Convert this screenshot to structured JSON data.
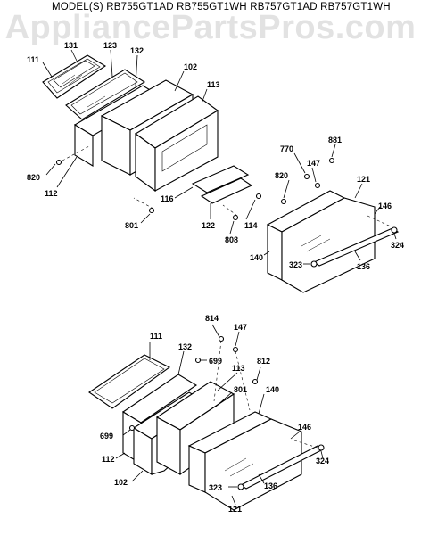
{
  "header": {
    "models": "MODEL(S) RB755GT1AD  RB755GT1WH  RB757GT1AD  RB757GT1WH"
  },
  "watermark": "AppliancePartsPros.com",
  "top_diagram": {
    "labels": [
      "131",
      "123",
      "132",
      "111",
      "102",
      "113",
      "820",
      "112",
      "770",
      "881",
      "147",
      "820",
      "121",
      "116",
      "146",
      "801",
      "122",
      "114",
      "808",
      "324",
      "140",
      "323",
      "136"
    ]
  },
  "bottom_diagram": {
    "labels": [
      "814",
      "147",
      "111",
      "132",
      "699",
      "812",
      "113",
      "801",
      "140",
      "699",
      "146",
      "112",
      "324",
      "102",
      "323",
      "136",
      "121"
    ]
  }
}
